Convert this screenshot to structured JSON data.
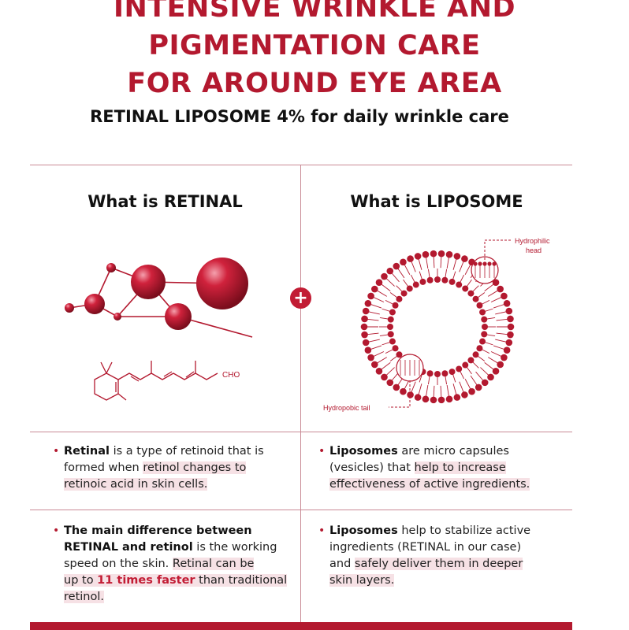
{
  "headline": {
    "line1": "INTENSIVE WRINKLE AND",
    "line2": "PIGMENTATION CARE",
    "line3": "FOR AROUND EYE AREA"
  },
  "subtitle": "RETINAL LIPOSOME 4% for daily wrinkle care",
  "left": {
    "title": "What is RETINAL",
    "formula_label": "CHO",
    "bullet1": {
      "b1": "Retinal",
      "t1": " is a type of retinoid that is formed when ",
      "h1": "retinol changes to",
      "h2": "retinoic acid in skin cells."
    },
    "bullet2": {
      "b1": "The main difference between",
      "b2": "RETINAL and retinol",
      "t1": " is the working",
      "t2": "speed  on the skin. ",
      "h1": "Retinal can be",
      "h2": "up to ",
      "r1": "11 times faster",
      "h3": " than traditional",
      "h4": "retinol."
    }
  },
  "right": {
    "title": "What is LIPOSOME",
    "label_head_1": "Hydrophilic",
    "label_head_2": "head",
    "label_tail": "Hydropobic tail",
    "bullet1": {
      "b1": "Liposomes",
      "t1": " are micro capsules",
      "t2": "(vesicles) that ",
      "h1": "help to increase",
      "h2": "effectiveness of active ingredients."
    },
    "bullet2": {
      "b1": "Liposomes",
      "t1": " help to stabilize active",
      "t2": "ingredients (RETINAL in our case)",
      "t3": "and ",
      "h1": "safely deliver them in deeper",
      "h2": "skin layers."
    }
  },
  "plus_symbol": "+",
  "colors": {
    "accent": "#b3192f",
    "highlight": "#f6e1e5"
  }
}
